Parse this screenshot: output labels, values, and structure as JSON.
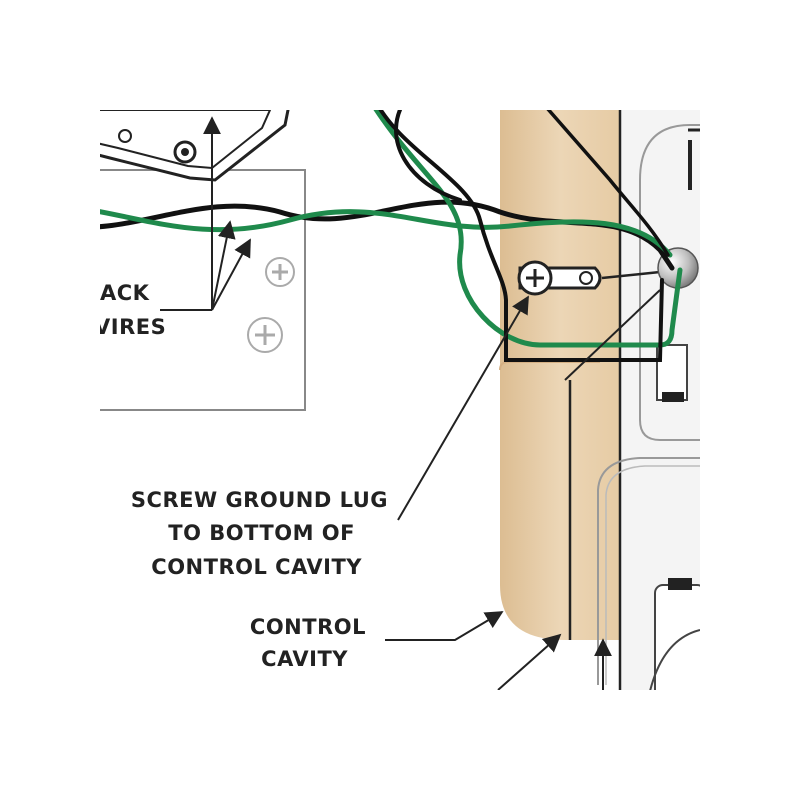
{
  "labels": {
    "black_wires_line1": "ACK",
    "black_wires_line2": "VIRES",
    "ground_lug_line1": "SCREW GROUND LUG",
    "ground_lug_line2": "TO BOTTOM OF",
    "ground_lug_line3": "CONTROL CAVITY",
    "control_cavity_line1": "CONTROL",
    "control_cavity_line2": "CAVITY"
  },
  "colors": {
    "wire_black": "#111111",
    "wire_green": "#1f8a4c",
    "cavity_fill": "#e3c9a3",
    "cavity_fill_light": "#f1e0c6",
    "outline": "#222222",
    "component_gray": "#cfcfcf",
    "screw_gray": "#bdbdbd"
  }
}
